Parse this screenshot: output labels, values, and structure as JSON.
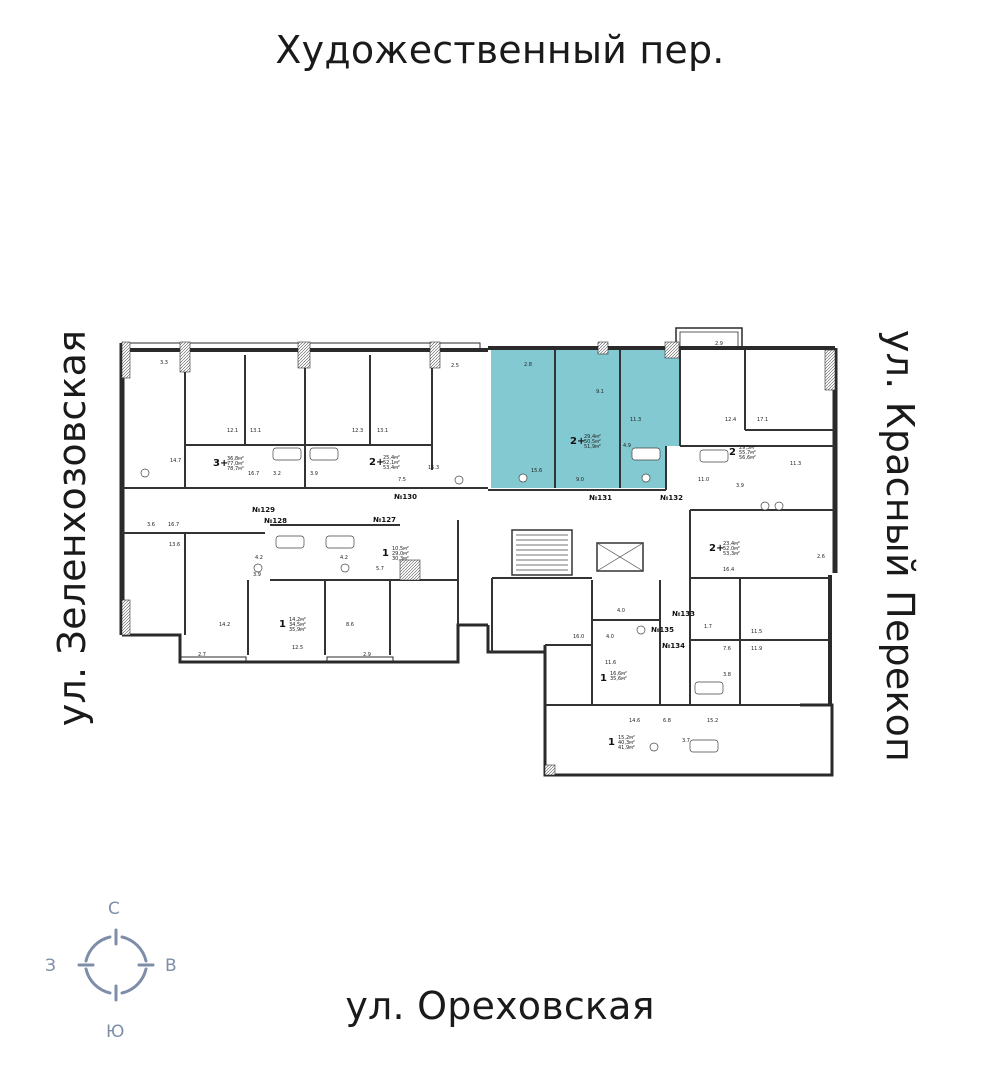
{
  "streets": {
    "top": "Художественный пер.",
    "bottom": "ул. Ореховская",
    "left": "ул. Зеленхозовская",
    "right": "ул. Красный Перекоп"
  },
  "compass": {
    "north": "С",
    "south": "Ю",
    "west": "З",
    "east": "В",
    "color": "#7e8ea8"
  },
  "highlight": {
    "color": "#6cc0c9",
    "apartment": {
      "rooms": "2+",
      "area_living": "29,4м²",
      "area_total": "50,5м²",
      "area_full": "51,9м²"
    }
  },
  "apartments": [
    {
      "rooms": "3+",
      "a1": "36,8м²",
      "a2": "77,0м²",
      "a3": "78,7м²"
    },
    {
      "rooms": "2+",
      "a1": "25,4м²",
      "a2": "52,1м²",
      "a3": "53,4м²"
    },
    {
      "rooms": "2",
      "a1": "29,5м²",
      "a2": "55,7м²",
      "a3": "56,6м²"
    },
    {
      "rooms": "2+",
      "a1": "23,4м²",
      "a2": "52,0м²",
      "a3": "53,3м²"
    },
    {
      "rooms": "1",
      "a1": "10,5м²",
      "a2": "29,0м²",
      "a3": "30,3м²"
    },
    {
      "rooms": "1",
      "a1": "14,2м²",
      "a2": "34,5м²",
      "a3": "35,9м²"
    },
    {
      "rooms": "1",
      "a1": "16,6м²",
      "a2": "35,6м²",
      "a3": ""
    },
    {
      "rooms": "1",
      "a1": "15,2м²",
      "a2": "40,3м²",
      "a3": "41,9м²"
    }
  ],
  "unit_numbers": [
    "№129",
    "№128",
    "№127",
    "№130",
    "№131",
    "№132",
    "№133",
    "№135",
    "№134"
  ],
  "room_areas": [
    "3.3",
    "12.1",
    "13.1",
    "14.7",
    "16.7",
    "3.2",
    "3.9",
    "12.3",
    "13.1",
    "7.5",
    "15.3",
    "2.5",
    "2.8",
    "9.1",
    "11.3",
    "4.9",
    "15.6",
    "9.0",
    "2.9",
    "12.4",
    "17.1",
    "11.3",
    "11.0",
    "3.9",
    "3.6",
    "16.7",
    "13.6",
    "4.2",
    "3.9",
    "4.2",
    "5.7",
    "14.2",
    "2.7",
    "12.5",
    "8.6",
    "2.9",
    "4.0",
    "16.0",
    "4.0",
    "11.6",
    "14.6",
    "6.8",
    "15.2",
    "3.7",
    "16.4",
    "2.6",
    "1.7",
    "7.6",
    "11.5",
    "11.9",
    "3.8"
  ]
}
